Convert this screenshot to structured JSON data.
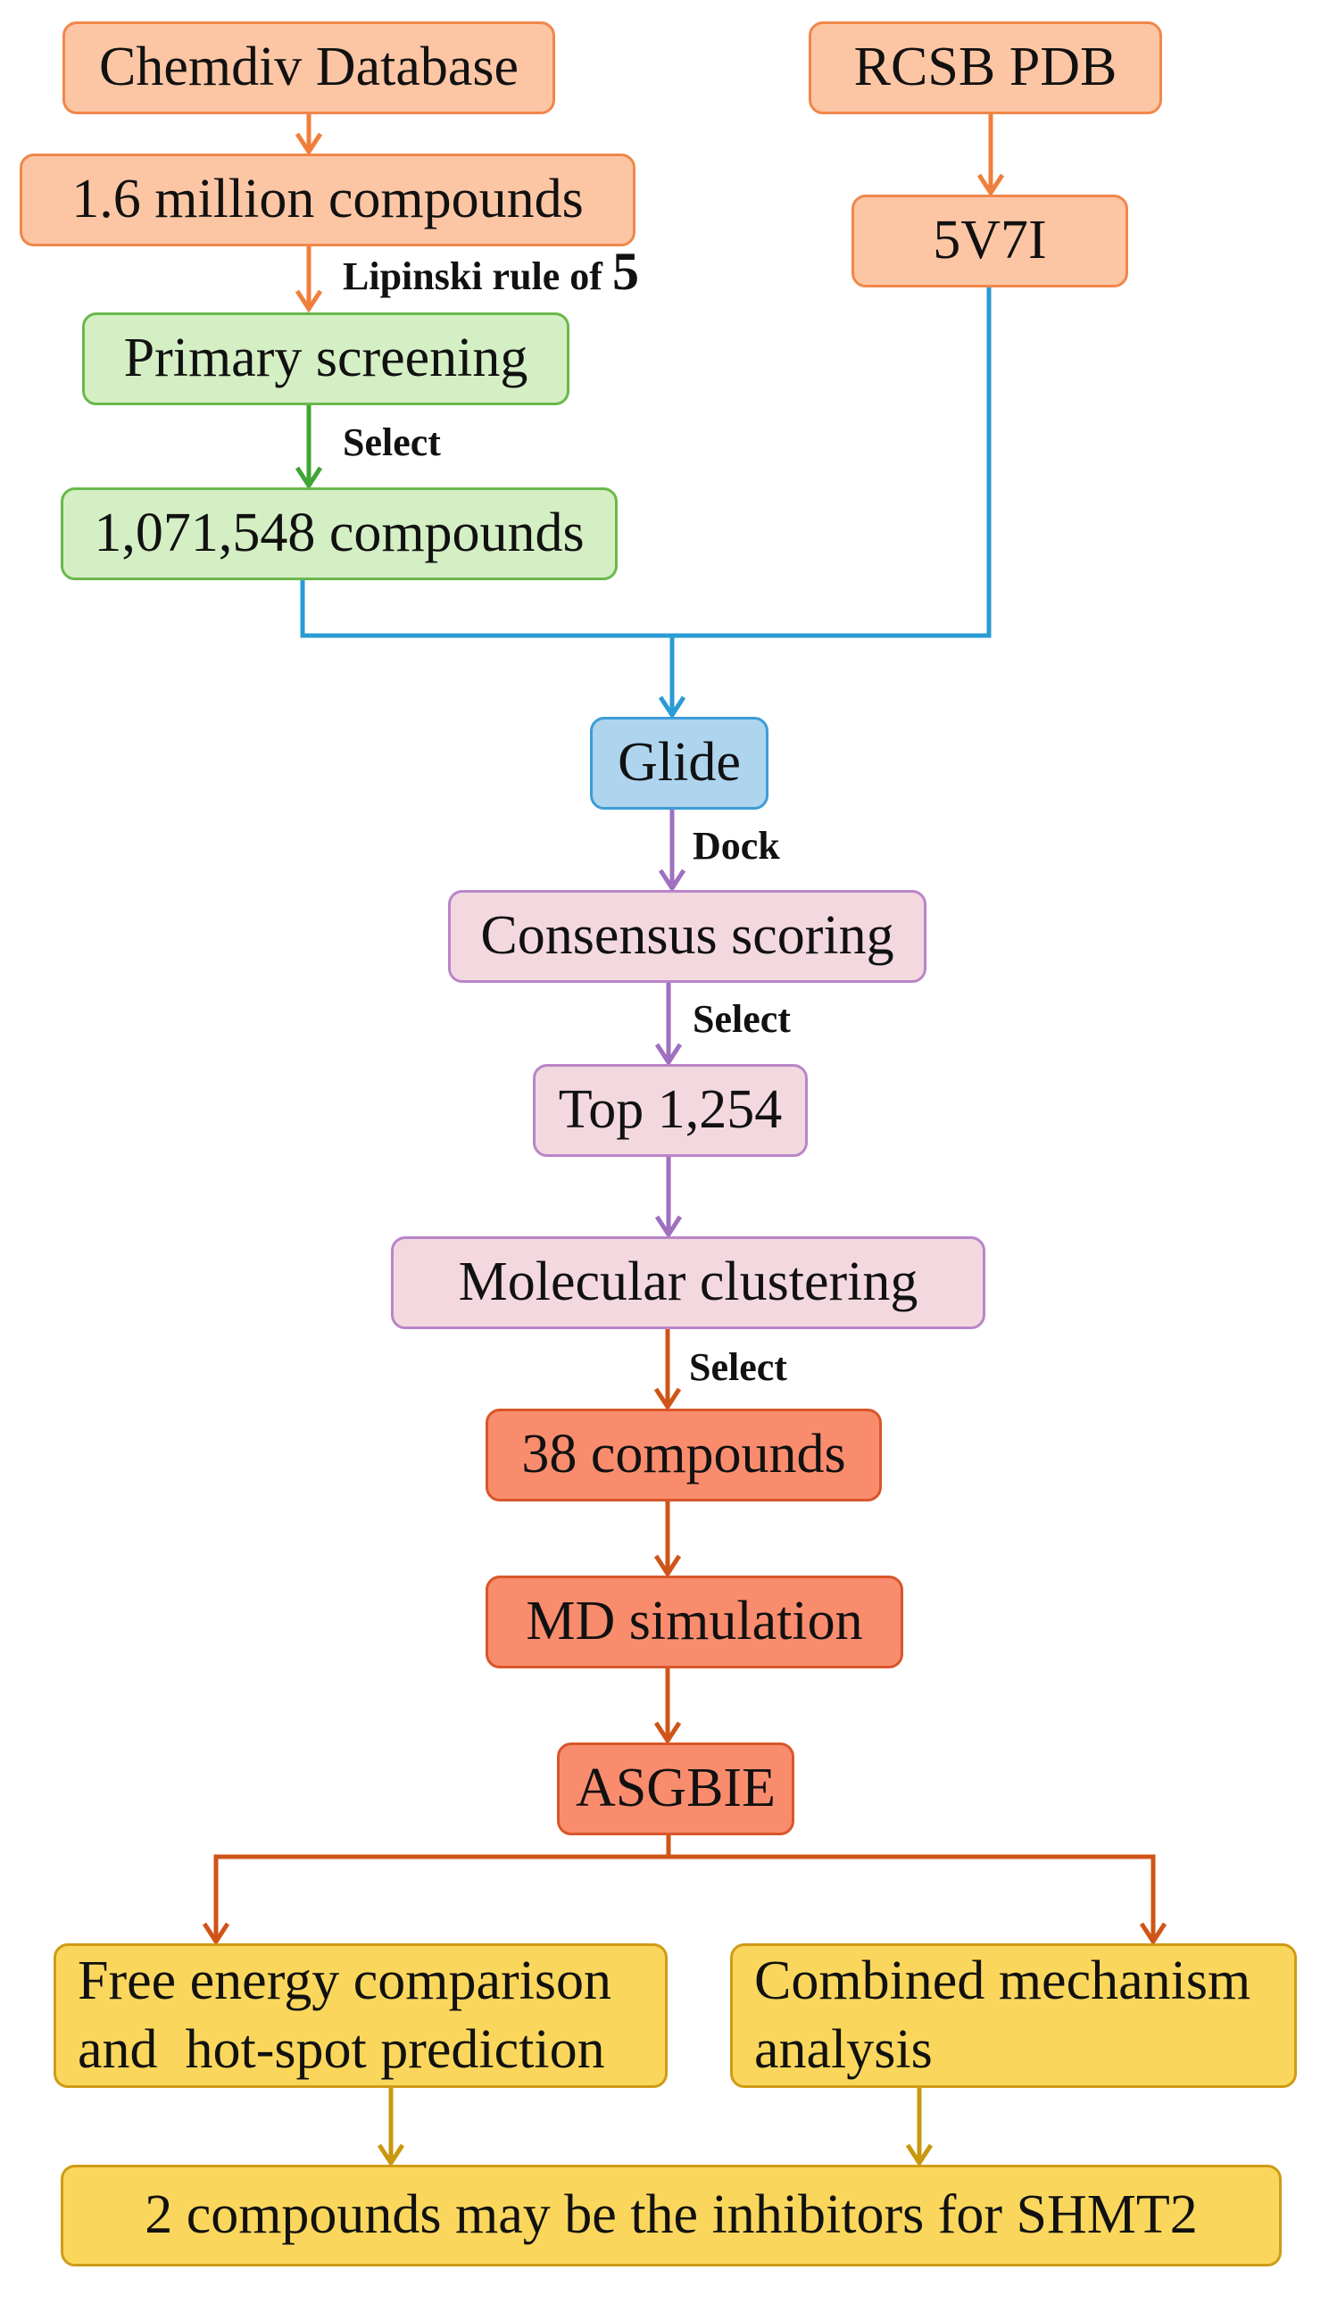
{
  "nodes": {
    "chemdiv": "Chemdiv Database",
    "million": "1.6 million compounds",
    "primary": "Primary screening",
    "compounds1071548": "1,071,548 compounds",
    "rcsb": "RCSB PDB",
    "pdb_id": "5V7I",
    "glide": "Glide",
    "consensus": "Consensus scoring",
    "top": "Top 1,254",
    "clustering": "Molecular clustering",
    "compounds38": "38 compounds",
    "md": "MD simulation",
    "asgbie": "ASGBIE",
    "free_energy_line1": "Free energy comparison",
    "free_energy_line2": "and  hot-spot prediction",
    "combined_line1": "Combined mechanism",
    "combined_line2": "analysis",
    "final": "2 compounds may be the inhibitors for SHMT2"
  },
  "edge_labels": {
    "lipinski_text": "Lipinski rule of ",
    "lipinski_num": "5",
    "select1": "Select",
    "dock": "Dock",
    "select2": "Select",
    "select3": "Select"
  },
  "colors": {
    "orange_edge": "#f07f3c",
    "green_edge": "#3fa535",
    "blue_edge": "#2a9bd4",
    "purple_edge": "#a070bf",
    "red_edge": "#cf5418",
    "gold_edge": "#c9980f"
  }
}
